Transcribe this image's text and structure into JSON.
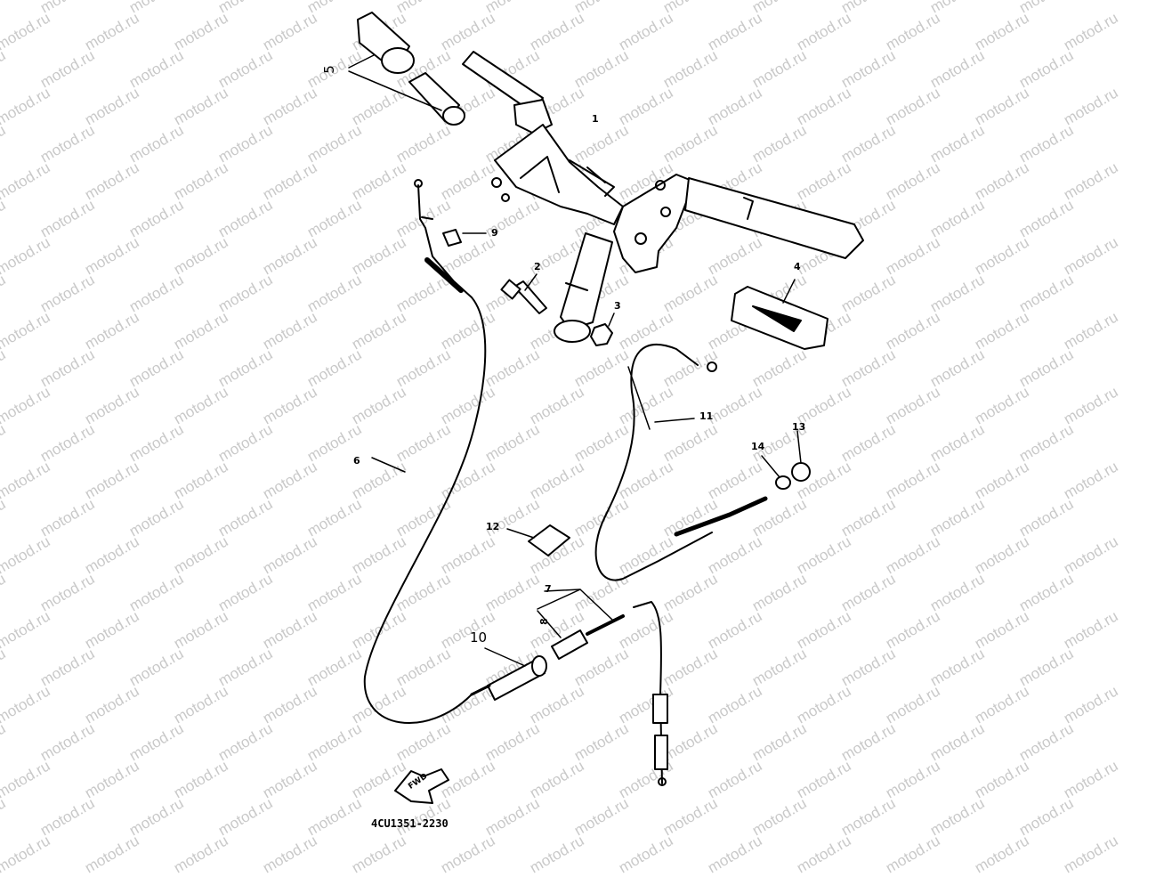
{
  "watermark": "motod.ru",
  "drawing_code": "4CU1351-2230",
  "fwd_label": "FWD",
  "callouts": [
    "1",
    "2",
    "3",
    "4",
    "5",
    "6",
    "7",
    "8",
    "9",
    "10",
    "11",
    "12",
    "13",
    "14"
  ],
  "colors": {
    "ink": "#000000",
    "watermark": "#c9c9c9",
    "background": "#ffffff"
  }
}
